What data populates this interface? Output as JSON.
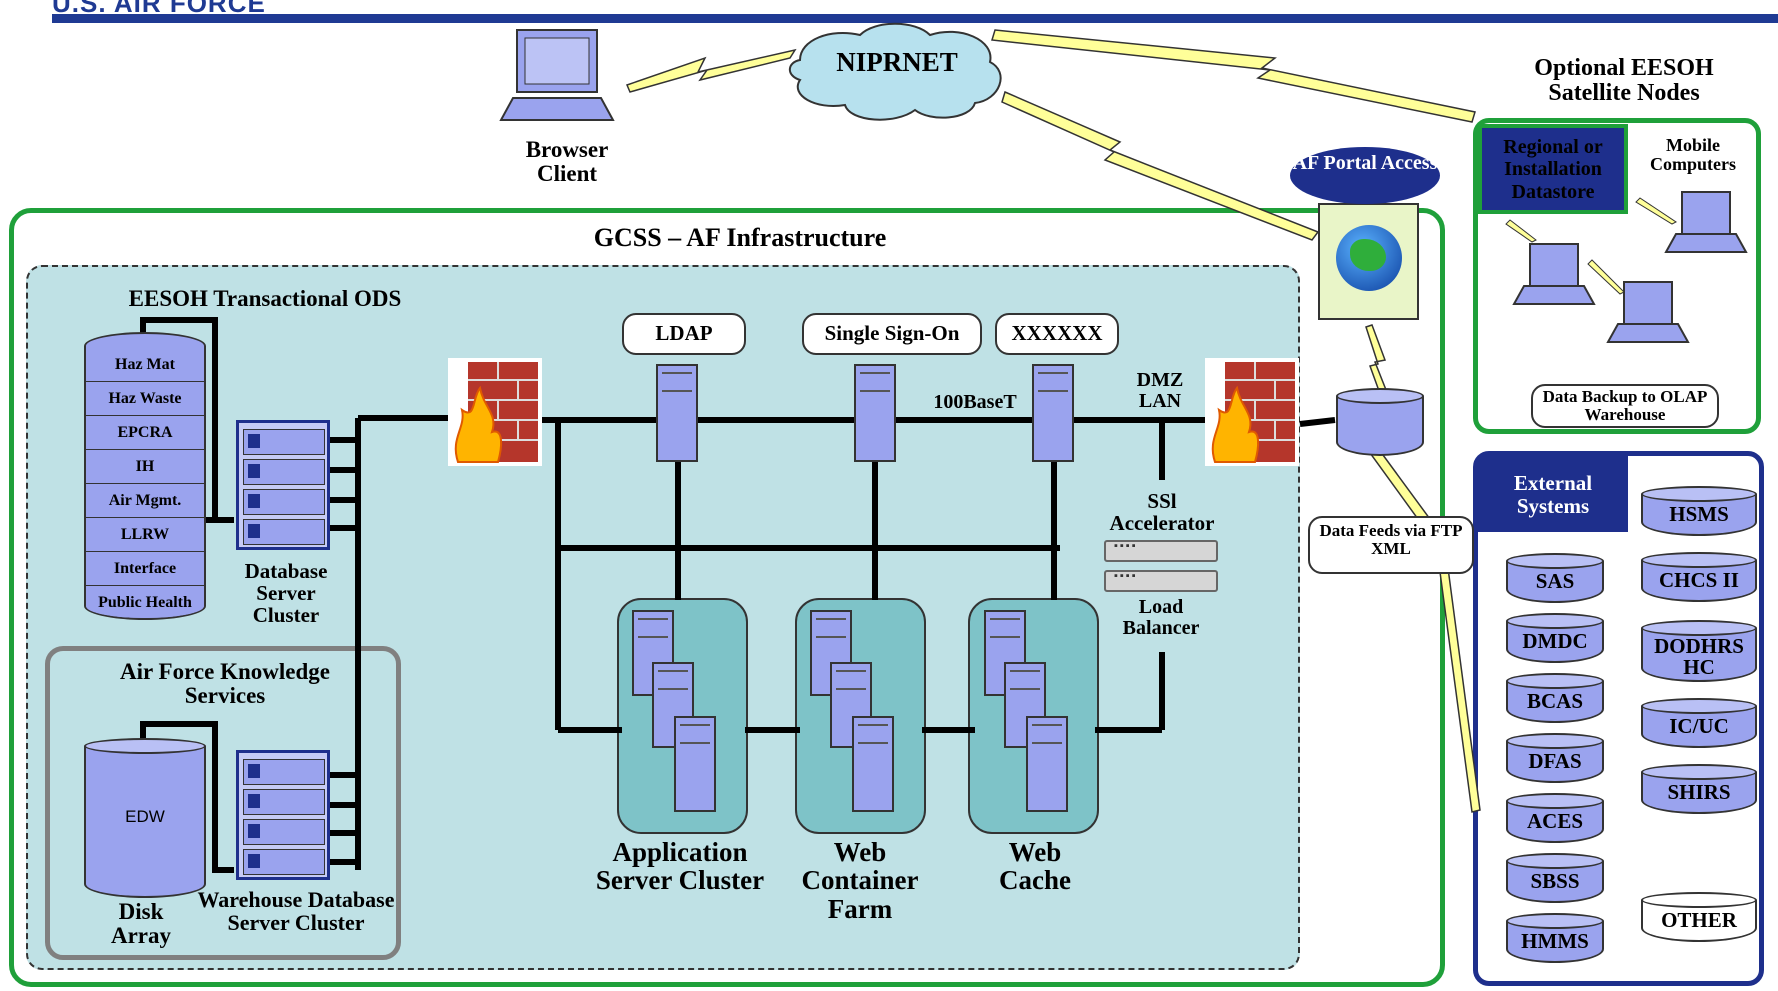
{
  "header": {
    "brand": "U.S. AIR FORCE"
  },
  "network": {
    "niprnet": "NIPRNET",
    "browser_client": "Browser Client",
    "af_portal": "AF Portal Access",
    "data_feeds": "Data Feeds via FTP XML"
  },
  "gcss": {
    "title": "GCSS – AF Infrastructure",
    "eesoh_ods": "EESOH Transactional ODS",
    "ods_rows": [
      "Haz Mat",
      "Haz Waste",
      "EPCRA",
      "IH",
      "Air Mgmt.",
      "LLRW",
      "Interface",
      "Public Health"
    ],
    "db_server_cluster": "Database Server Cluster",
    "ldap": "LDAP",
    "sso": "Single Sign-On",
    "xxxxxx": "XXXXXX",
    "net_100baset": "100BaseT",
    "dmz_lan": "DMZ LAN",
    "ssl_accel": "SSl Accelerator",
    "load_balancer": "Load Balancer",
    "app_server_cluster": "Application Server Cluster",
    "web_container_farm": "Web Container Farm",
    "web_cache": "Web Cache",
    "knowledge_services": "Air Force Knowledge Services",
    "edw": "EDW",
    "disk_array": "Disk Array",
    "warehouse_db": "Warehouse Database Server Cluster"
  },
  "satellite": {
    "title": "Optional EESOH Satellite Nodes",
    "regional": "Regional or Installation Datastore",
    "mobile": "Mobile Computers",
    "backup": "Data Backup to OLAP Warehouse"
  },
  "external": {
    "title": "External Systems",
    "left": [
      "SAS",
      "DMDC",
      "BCAS",
      "DFAS",
      "ACES",
      "SBSS",
      "HMMS"
    ],
    "right": [
      "HSMS",
      "CHCS II",
      "DODHRS HC",
      "IC/UC",
      "SHIRS",
      "OTHER"
    ]
  },
  "colors": {
    "green": "#1fa03a",
    "navy": "#1e2f8c",
    "teal_bg": "#bfe1e5",
    "device_blue": "#9aa3ee",
    "lightning": "#ffff99"
  }
}
